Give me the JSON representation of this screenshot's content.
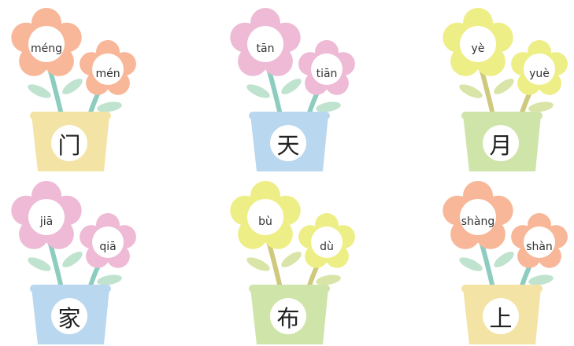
{
  "pots": [
    {
      "character": "门",
      "big_pinyin": "méng",
      "small_pinyin": "mén",
      "flower_color": "#f7b798",
      "pot_color": "#f3e3a4"
    },
    {
      "character": "天",
      "big_pinyin": "tān",
      "small_pinyin": "tiān",
      "flower_color": "#eebad6",
      "pot_color": "#b9d7ef"
    },
    {
      "character": "月",
      "big_pinyin": "yè",
      "small_pinyin": "yuè",
      "flower_color": "#eeee86",
      "pot_color": "#cfe4a9"
    },
    {
      "character": "家",
      "big_pinyin": "jiā",
      "small_pinyin": "qiā",
      "flower_color": "#eebad6",
      "pot_color": "#b9d7ef"
    },
    {
      "character": "布",
      "big_pinyin": "bù",
      "small_pinyin": "dù",
      "flower_color": "#eeee86",
      "pot_color": "#cfe4a9"
    },
    {
      "character": "上",
      "big_pinyin": "shàng",
      "small_pinyin": "shàn",
      "flower_color": "#f7b798",
      "pot_color": "#f3e3a4"
    }
  ],
  "colors": {
    "stem": "#8ccdc0",
    "stem_yellow": "#cfc97e",
    "leaf": "#bfe3cf",
    "leaf_yellow": "#d9e5a8",
    "center": "#ffffff"
  }
}
